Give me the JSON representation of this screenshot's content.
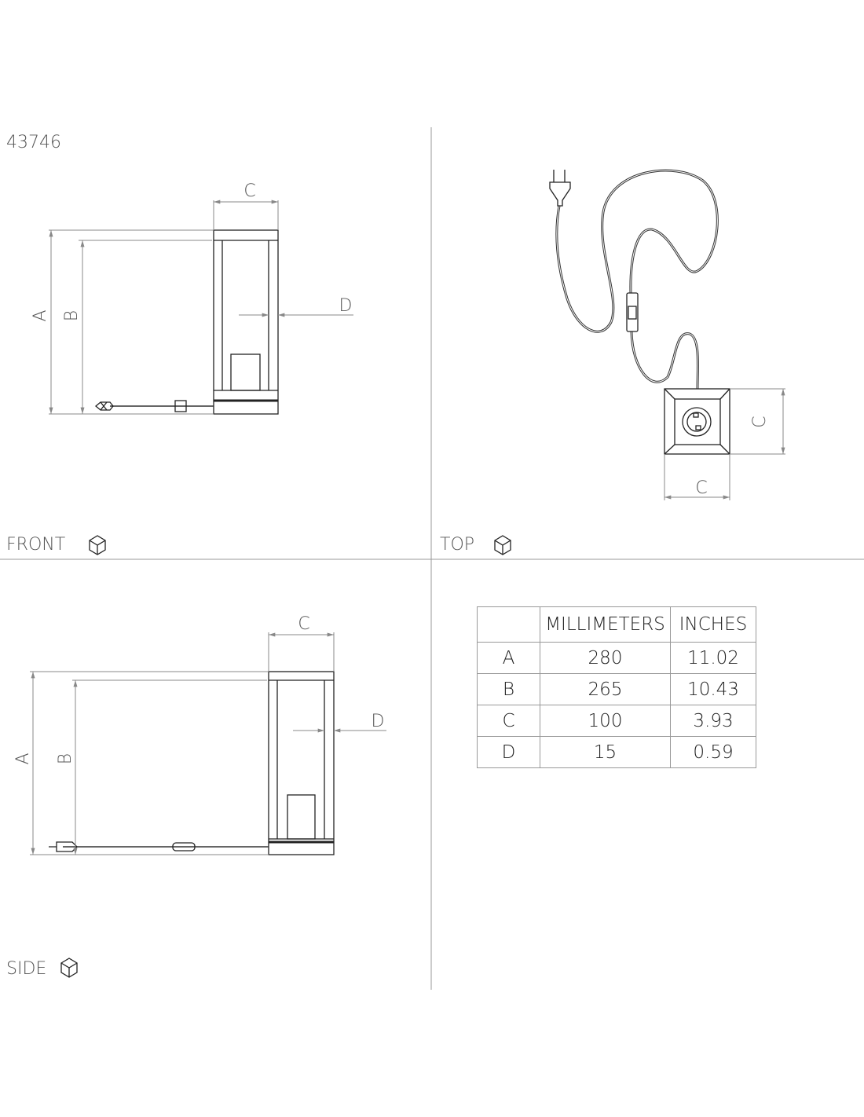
{
  "product_code": "43746",
  "views": {
    "front": {
      "label": "FRONT",
      "dims": [
        "A",
        "B",
        "C",
        "D"
      ]
    },
    "top": {
      "label": "TOP",
      "dims": [
        "C",
        "C"
      ]
    },
    "side": {
      "label": "SIDE",
      "dims": [
        "A",
        "B",
        "C",
        "D"
      ]
    }
  },
  "table": {
    "headers": [
      "",
      "MILLIMETERS",
      "INCHES"
    ],
    "rows": [
      {
        "key": "A",
        "mm": "280",
        "in": "11.02"
      },
      {
        "key": "B",
        "mm": "265",
        "in": "10.43"
      },
      {
        "key": "C",
        "mm": "100",
        "in": "3.93"
      },
      {
        "key": "D",
        "mm": "15",
        "in": "0.59"
      }
    ]
  }
}
